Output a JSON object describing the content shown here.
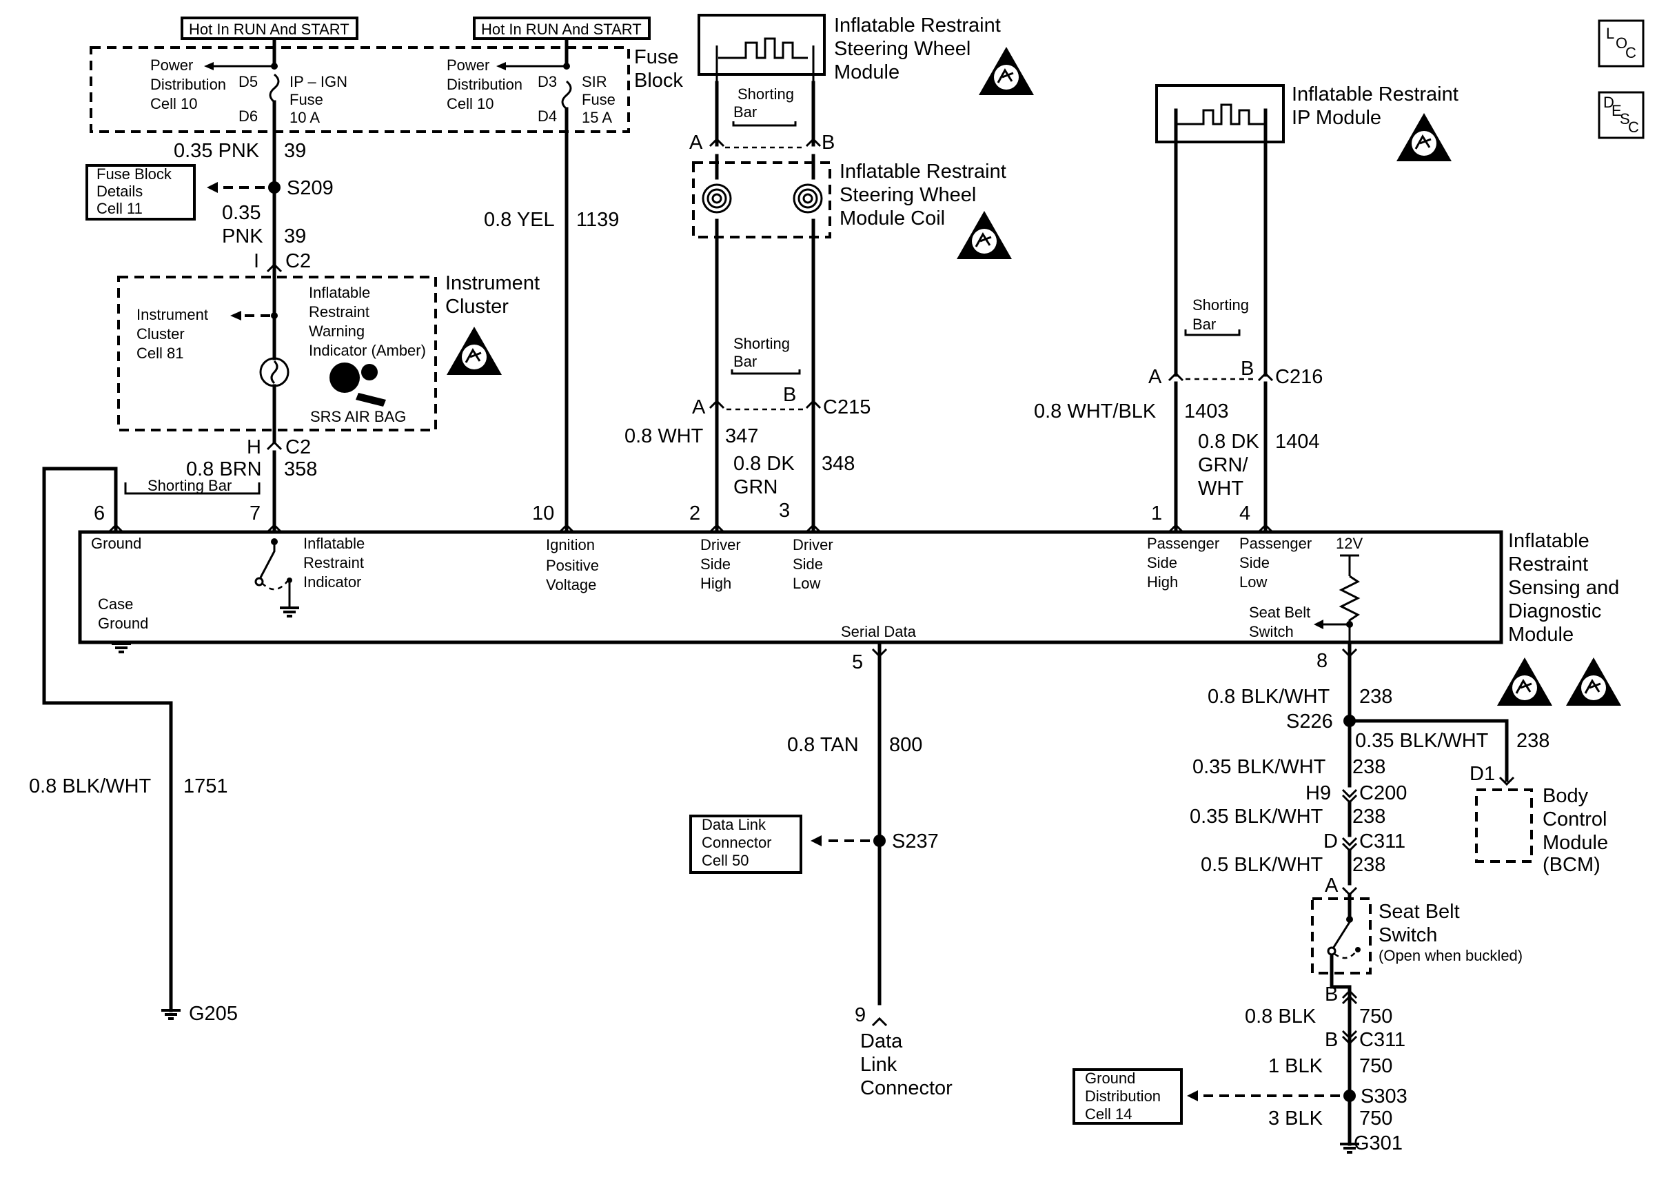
{
  "hot_label_1": "Hot In RUN And START",
  "hot_label_2": "Hot In RUN And START",
  "fuse_block": {
    "title_1": "Fuse",
    "title_2": "Block",
    "pd1_line1": "Power",
    "pd1_line2": "Distribution",
    "pd1_line3": "Cell 10",
    "pd2_line1": "Power",
    "pd2_line2": "Distribution",
    "pd2_line3": "Cell 10",
    "pin_d5": "D5",
    "pin_d6": "D6",
    "pin_d3": "D3",
    "pin_d4": "D4",
    "fuse1_line1": "IP – IGN",
    "fuse1_line2": "Fuse",
    "fuse1_line3": "10 A",
    "fuse2_line1": "SIR",
    "fuse2_line2": "Fuse",
    "fuse2_line3": "15 A"
  },
  "wires": {
    "w39_top_gauge": "0.35 PNK",
    "w39_top_num": "39",
    "w39_mid_gauge_1": "0.35",
    "w39_mid_gauge_2": "PNK",
    "w39_mid_num": "39",
    "w1139_gauge": "0.8 YEL",
    "w1139_num": "1139",
    "w358_gauge": "0.8 BRN",
    "w358_num": "358",
    "w347_gauge": "0.8 WHT",
    "w347_num": "347",
    "w348_gauge_1": "0.8 DK",
    "w348_gauge_2": "GRN",
    "w348_num": "348",
    "w1403_gauge": "0.8 WHT/BLK",
    "w1403_num": "1403",
    "w1404_gauge_1": "0.8 DK",
    "w1404_gauge_2": "GRN/",
    "w1404_gauge_3": "WHT",
    "w1404_num": "1404",
    "w1751_gauge": "0.8 BLK/WHT",
    "w1751_num": "1751",
    "w800_gauge": "0.8 TAN",
    "w800_num": "800",
    "w238_a_gauge": "0.8 BLK/WHT",
    "w238_a_num": "238",
    "w238_b_gauge": "0.35 BLK/WHT",
    "w238_b_num": "238",
    "w238_c_gauge": "0.35 BLK/WHT",
    "w238_c_num": "238",
    "w238_d_gauge": "0.35 BLK/WHT",
    "w238_d_num": "238",
    "w238_e_gauge": "0.5 BLK/WHT",
    "w238_e_num": "238",
    "w750_a_gauge": "0.8 BLK",
    "w750_a_num": "750",
    "w750_b_gauge": "1 BLK",
    "w750_b_num": "750",
    "w750_c_gauge": "3 BLK",
    "w750_c_num": "750"
  },
  "splices": {
    "s209": "S209",
    "s237": "S237",
    "s226": "S226",
    "s303": "S303"
  },
  "grounds": {
    "g205": "G205",
    "g301": "G301"
  },
  "connectors": {
    "c2_top_pin": "I",
    "c2_top": "C2",
    "c2_bot_pin": "H",
    "c2_bot": "C2",
    "c215_a": "A",
    "c215_b": "B",
    "c215": "C215",
    "c216_a": "A",
    "c216_b": "B",
    "c216": "C216",
    "swm_a": "A",
    "swm_b": "B",
    "c200_pin": "H9",
    "c200": "C200",
    "c311_pin": "D",
    "c311": "C311",
    "sbs_a": "A",
    "sbs_b": "B",
    "c311b_pin": "B",
    "c311b": "C311",
    "bcm_pin": "D1",
    "dlc_pin": "9"
  },
  "refs": {
    "fuse_details_1": "Fuse Block",
    "fuse_details_2": "Details",
    "fuse_details_3": "Cell 11",
    "dlc_ref_1": "Data Link",
    "dlc_ref_2": "Connector",
    "dlc_ref_3": "Cell 50",
    "gnd_ref_1": "Ground",
    "gnd_ref_2": "Distribution",
    "gnd_ref_3": "Cell 14"
  },
  "steering_wheel_module": {
    "title_1": "Inflatable Restraint",
    "title_2": "Steering Wheel",
    "title_3": "Module",
    "shorting_1": "Shorting",
    "shorting_2": "Bar"
  },
  "steering_coil": {
    "title_1": "Inflatable Restraint",
    "title_2": "Steering Wheel",
    "title_3": "Module Coil",
    "shorting_1": "Shorting",
    "shorting_2": "Bar"
  },
  "ip_module": {
    "title_1": "Inflatable Restraint",
    "title_2": "IP Module",
    "shorting_1": "Shorting",
    "shorting_2": "Bar"
  },
  "instrument_cluster": {
    "title_1": "Instrument",
    "title_2": "Cluster",
    "ref_1": "Instrument",
    "ref_2": "Cluster",
    "ref_3": "Cell 81",
    "ind_1": "Inflatable",
    "ind_2": "Restraint",
    "ind_3": "Warning",
    "ind_4": "Indicator (Amber)",
    "srs": "SRS AIR BAG",
    "shorting": "Shorting Bar"
  },
  "sdm": {
    "title_1": "Inflatable",
    "title_2": "Restraint",
    "title_3": "Sensing and",
    "title_4": "Diagnostic",
    "title_5": "Module",
    "pin_6": "6",
    "pin_7": "7",
    "pin_10": "10",
    "pin_2": "2",
    "pin_3": "3",
    "pin_1": "1",
    "pin_4": "4",
    "pin_5": "5",
    "pin_8": "8",
    "ground": "Ground",
    "case_1": "Case",
    "case_2": "Ground",
    "ind_1": "Inflatable",
    "ind_2": "Restraint",
    "ind_3": "Indicator",
    "ign_1": "Ignition",
    "ign_2": "Positive",
    "ign_3": "Voltage",
    "dsh_1": "Driver",
    "dsh_2": "Side",
    "dsh_3": "High",
    "dsl_1": "Driver",
    "dsl_2": "Side",
    "dsl_3": "Low",
    "psh_1": "Passenger",
    "psh_2": "Side",
    "psh_3": "High",
    "psl_1": "Passenger",
    "psl_2": "Side",
    "psl_3": "Low",
    "v12": "12V",
    "sbs_1": "Seat Belt",
    "sbs_2": "Switch",
    "serial": "Serial Data"
  },
  "dlc": {
    "title_1": "Data",
    "title_2": "Link",
    "title_3": "Connector"
  },
  "bcm": {
    "title_1": "Body",
    "title_2": "Control",
    "title_3": "Module",
    "title_4": "(BCM)"
  },
  "seat_belt_switch": {
    "title_1": "Seat Belt",
    "title_2": "Switch",
    "note": "(Open when buckled)"
  },
  "legend": {
    "loc_l": "L",
    "loc_o": "O",
    "loc_c": "C",
    "desc_d": "D",
    "desc_e": "E",
    "desc_s": "S",
    "desc_c": "C"
  },
  "colors": {
    "ink": "#000000",
    "paper": "#ffffff"
  }
}
